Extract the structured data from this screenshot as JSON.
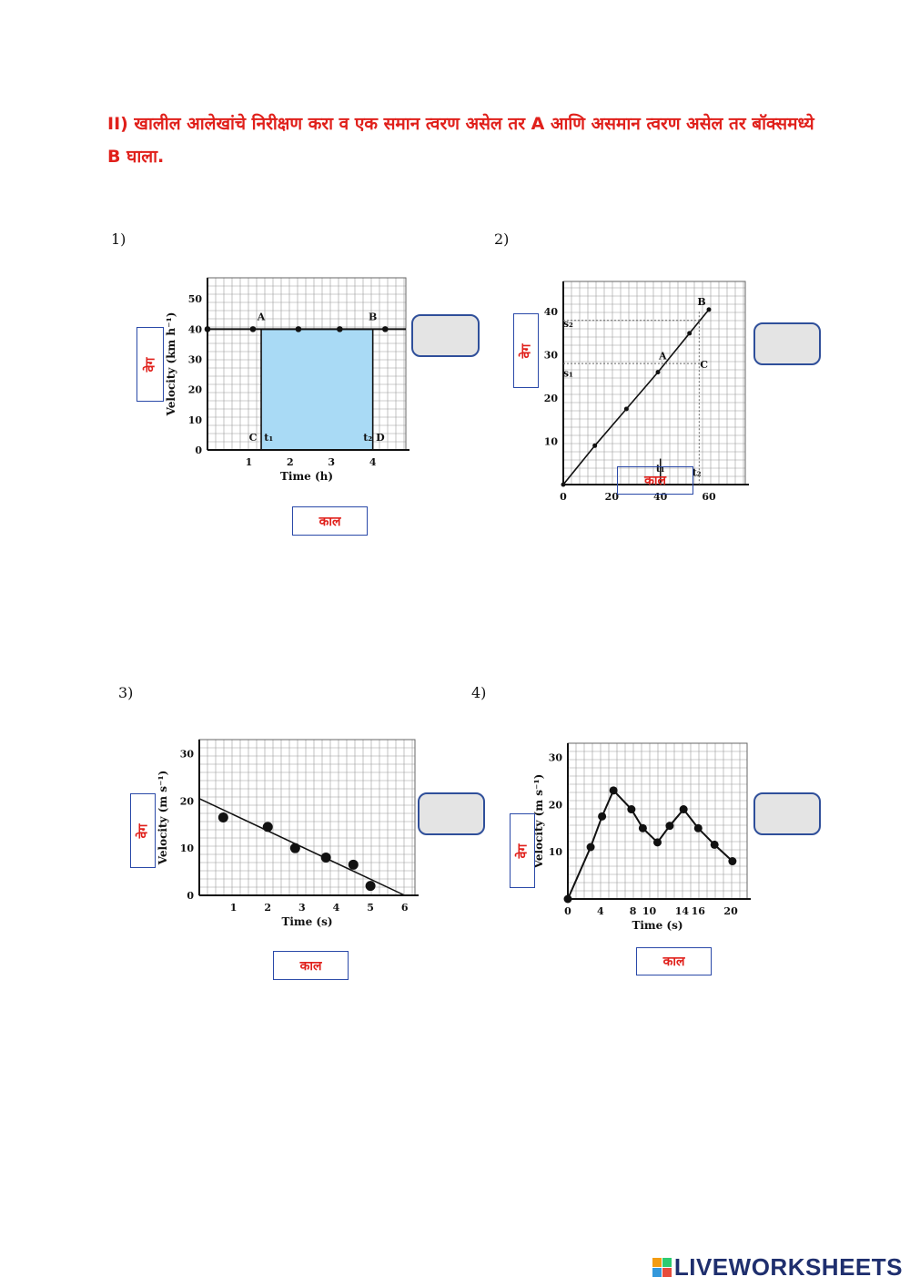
{
  "instruction": "II)  खालील आलेखांचे निरीक्षण करा व एक समान त्वरण असेल तर   A आणि असमान त्वरण असेल तर बॉक्समध्ये B घाला.",
  "labels": {
    "velocity": "वेग",
    "time": "काल"
  },
  "questions": [
    {
      "number": "1)",
      "chart_data": {
        "type": "line",
        "xlabel": "Time (h)",
        "ylabel": "Velocity (km h⁻¹)",
        "xlim": [
          0,
          4.8
        ],
        "ylim": [
          0,
          57
        ],
        "xticks": [
          "1",
          "2",
          "3",
          "4"
        ],
        "xtick_values": [
          1,
          2,
          3,
          4
        ],
        "yticks": [
          "0",
          "10",
          "20",
          "30",
          "40",
          "50"
        ],
        "ytick_values": [
          0,
          10,
          20,
          30,
          40,
          50
        ],
        "series": [
          {
            "x": [
              0,
              1.1,
              2.2,
              3.2,
              4.3
            ],
            "y": [
              40,
              40,
              40,
              40,
              40
            ]
          }
        ],
        "shaded": {
          "x_from": 1.3,
          "x_to": 4.0,
          "y": 40,
          "color": "#a9daf5"
        },
        "annotations": [
          {
            "text": "A",
            "x": 1.3,
            "y": 43
          },
          {
            "text": "B",
            "x": 4.0,
            "y": 43
          },
          {
            "text": "C",
            "x": 1.1,
            "y": 3
          },
          {
            "text": "t₁",
            "x": 1.48,
            "y": 3
          },
          {
            "text": "t₂",
            "x": 3.88,
            "y": 3
          },
          {
            "text": "D",
            "x": 4.18,
            "y": 3
          }
        ],
        "grid": true
      }
    },
    {
      "number": "2)",
      "chart_data": {
        "type": "line",
        "xlabel": "",
        "ylabel": "",
        "xlim": [
          0,
          75
        ],
        "ylim": [
          0,
          47
        ],
        "xticks": [
          "0",
          "20",
          "40",
          "60"
        ],
        "xtick_values": [
          0,
          20,
          40,
          60
        ],
        "yticks": [
          "10",
          "20",
          "30",
          "40"
        ],
        "ytick_values": [
          10,
          20,
          30,
          40
        ],
        "series": [
          {
            "x": [
              0,
              13,
              26,
              39,
              52,
              60
            ],
            "y": [
              0,
              9,
              17.5,
              26,
              35,
              40.5
            ]
          }
        ],
        "annotations": [
          {
            "text": "B",
            "x": 57,
            "y": 41.5
          },
          {
            "text": "A",
            "x": 41,
            "y": 29
          },
          {
            "text": "C",
            "x": 58,
            "y": 27
          },
          {
            "text": "s₂",
            "x": 2,
            "y": 36.5
          },
          {
            "text": "s₁",
            "x": 2,
            "y": 25
          },
          {
            "text": "t₁",
            "x": 40,
            "y": 3
          },
          {
            "text": "t₂",
            "x": 55,
            "y": 2
          }
        ],
        "grid": true
      }
    },
    {
      "number": "3)",
      "chart_data": {
        "type": "scatter",
        "xlabel": "Time (s)",
        "ylabel": "Velocity (m s⁻¹)",
        "xlim": [
          0,
          6.3
        ],
        "ylim": [
          0,
          33
        ],
        "xticks": [
          "1",
          "2",
          "3",
          "4",
          "5",
          "6"
        ],
        "xtick_values": [
          1,
          2,
          3,
          4,
          5,
          6
        ],
        "yticks": [
          "0",
          "10",
          "20",
          "30"
        ],
        "ytick_values": [
          0,
          10,
          20,
          30
        ],
        "series": [
          {
            "x": [
              0.7,
              2.0,
              2.8,
              3.7,
              4.5,
              5.0
            ],
            "y": [
              16.5,
              14.5,
              10,
              8,
              6.5,
              2
            ]
          }
        ],
        "fit_line": {
          "x": [
            0,
            6
          ],
          "y": [
            20.5,
            0
          ]
        },
        "grid": true
      }
    },
    {
      "number": "4)",
      "chart_data": {
        "type": "line",
        "xlabel": "Time (s)",
        "ylabel": "Velocity (m s⁻¹)",
        "xlim": [
          0,
          22
        ],
        "ylim": [
          0,
          33
        ],
        "xticks": [
          "0",
          "4",
          "8",
          "10",
          "14",
          "16",
          "20"
        ],
        "xtick_values": [
          0,
          4,
          8,
          10,
          14,
          16,
          20
        ],
        "yticks": [
          "10",
          "20",
          "30"
        ],
        "ytick_values": [
          10,
          20,
          30
        ],
        "series": [
          {
            "x": [
              0,
              2.8,
              4.2,
              5.6,
              7.8,
              9.2,
              11,
              12.5,
              14.2,
              16,
              18,
              20.2
            ],
            "y": [
              0,
              11,
              17.5,
              23,
              19,
              15,
              12,
              15.5,
              19,
              15,
              11.5,
              8
            ]
          }
        ],
        "grid": true
      }
    }
  ],
  "footer": {
    "brand": "LIVEWORKSHEETS",
    "logo_colors": [
      "#f39c12",
      "#2ecc71",
      "#3498db",
      "#e74c3c"
    ]
  }
}
